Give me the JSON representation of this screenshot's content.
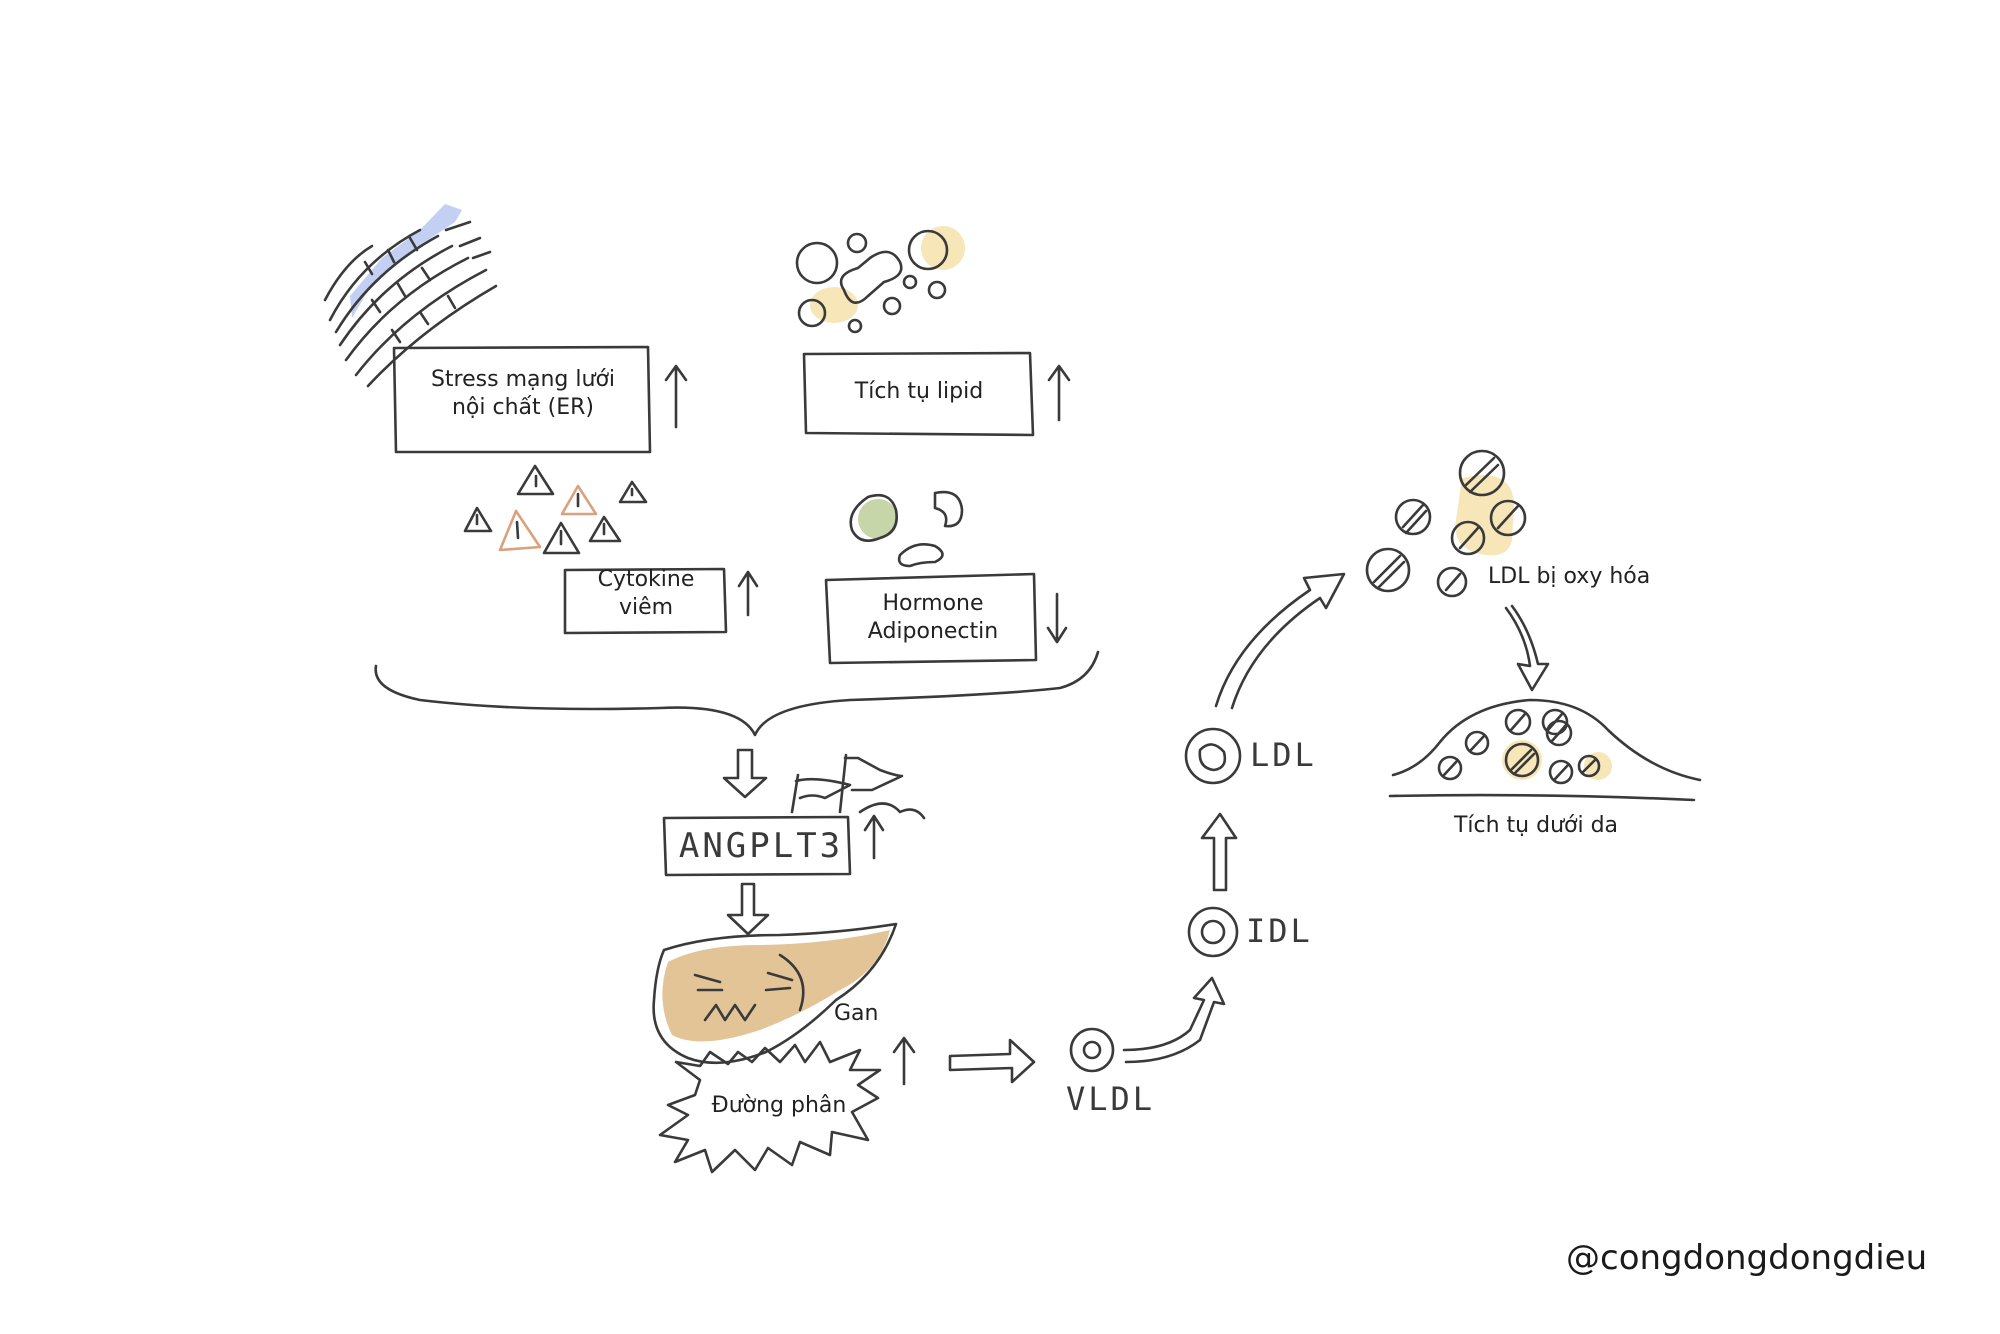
{
  "nodes": {
    "er_stress": {
      "line1": "Stress mạng lưới",
      "line2": "nội chất (ER)",
      "trend": "up"
    },
    "lipid": {
      "label": "Tích tụ lipid",
      "trend": "up"
    },
    "cytokine": {
      "line1": "Cytokine",
      "line2": "viêm",
      "trend": "up"
    },
    "adiponectin": {
      "line1": "Hormone",
      "line2": "Adiponectin",
      "trend": "down"
    },
    "angplt3": {
      "label": "ANGPLT3",
      "trend": "up"
    },
    "liver": {
      "label": "Gan"
    },
    "glycolysis": {
      "label": "Đường phân",
      "trend": "up"
    },
    "vldl": {
      "label": "VLDL"
    },
    "idl": {
      "label": "IDL"
    },
    "ldl": {
      "label": "LDL"
    },
    "ldl_ox": {
      "label": "LDL bị oxy hóa"
    },
    "subq": {
      "label": "Tích tụ dưới da"
    }
  },
  "credit": "@congdongdongdieu",
  "colors": {
    "ink": "#3a3a3a",
    "er_blue": "#b9c8f2",
    "cream": "#f6e6b8",
    "sage": "#c6d6a9",
    "liver_tan": "#e2c497",
    "warning_orange": "#d9a27e"
  }
}
